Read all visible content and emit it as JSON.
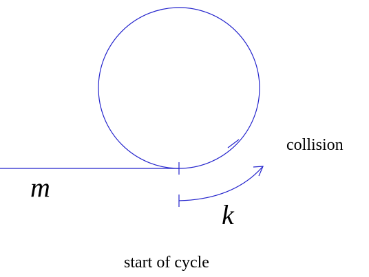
{
  "labels": {
    "m": "m",
    "k": "k",
    "collision": "collision",
    "start": "start of cycle"
  },
  "colors": {
    "stroke": "#2222cc",
    "text": "#000000"
  }
}
